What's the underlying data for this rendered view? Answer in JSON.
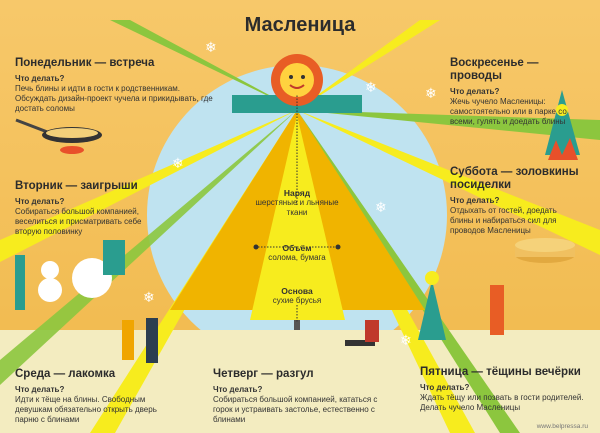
{
  "title": "Масленица",
  "question": "Что делать?",
  "days": {
    "mon": {
      "title": "Понедельник — встреча",
      "text": "Печь блины и идти в гости к родственникам. Обсуждать дизайн-проект чучела и прикидывать, где достать соломы"
    },
    "tue": {
      "title": "Вторник — заигрыши",
      "text": "Собираться большой компанией, веселиться и присматривать себе вторую половинку"
    },
    "wed": {
      "title": "Среда — лакомка",
      "text": "Идти к тёще на блины. Свободным девушкам обязательно открыть дверь парню с блинами"
    },
    "thu": {
      "title": "Четверг — разгул",
      "text": "Собираться большой компанией, кататься с горок и устраивать застолье, естественно с блинами"
    },
    "fri": {
      "title": "Пятница — тёщины вечёрки",
      "text": "Ждать тёщу или позвать в гости родителей. Делать чучело Масленицы"
    },
    "sat": {
      "title": "Суббота — золовкины посиделки",
      "text": "Отдыхать от гостей, доедать блины и набираться сил для проводов Масленицы"
    },
    "sun": {
      "title": "Воскресенье — проводы",
      "text": "Жечь чучело Масленицы: самостоятельно или в парке со всеми, гулять и доедать блины"
    }
  },
  "effigy": {
    "outfit": {
      "label": "Наряд",
      "text": "шерстяные и льняные ткани"
    },
    "volume": {
      "label": "Объём",
      "text": "солома, бумага"
    },
    "base": {
      "label": "Основа",
      "text": "сухие брусья"
    }
  },
  "source": "www.belpressa.ru",
  "colors": {
    "background": "#f2c060",
    "sky": "#bfe3f0",
    "ray_yellow": "#f7ec1e",
    "ray_green": "#8cc63e",
    "straw": "#f0b400",
    "ground": "#f3ecc0"
  }
}
